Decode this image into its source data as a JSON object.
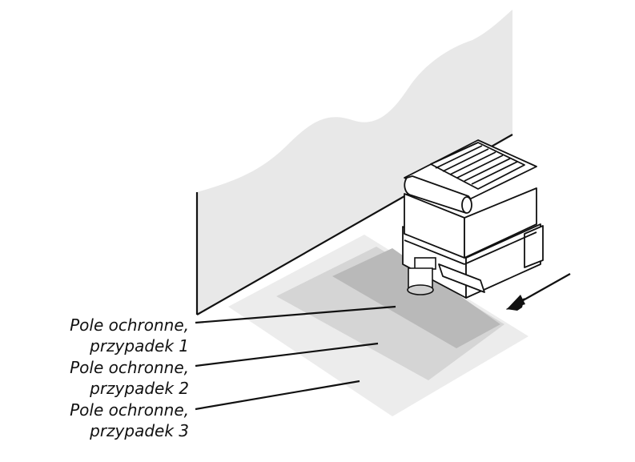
{
  "callouts": [
    {
      "line1": "Pole ochronne,",
      "line2": "przypadek 1"
    },
    {
      "line1": "Pole ochronne,",
      "line2": "przypadek 2"
    },
    {
      "line1": "Pole ochronne,",
      "line2": "przypadek 3"
    }
  ],
  "colors": {
    "wall": "#e8e8e8",
    "field_case_3": "#ececec",
    "field_case_2": "#d4d4d4",
    "field_case_1": "#b9b9b9",
    "outline": "#111111",
    "vehicle_fill": "#ffffff"
  },
  "icons": [
    "motion-direction-arrow-icon",
    "laser-scanner-icon"
  ]
}
